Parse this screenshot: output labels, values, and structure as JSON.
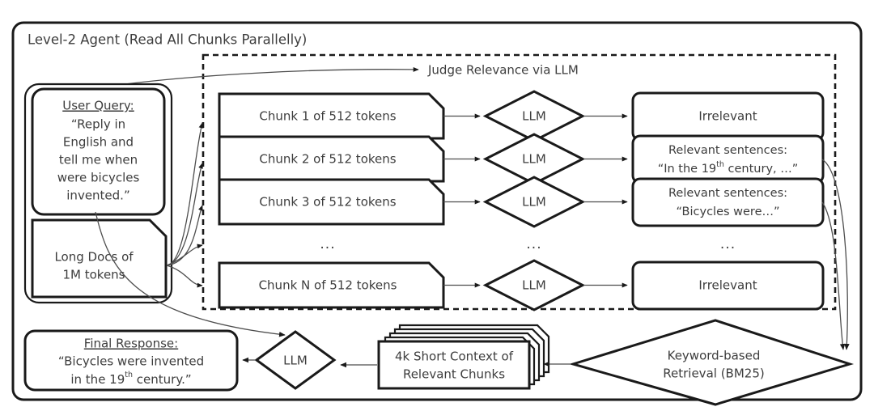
{
  "diagram": {
    "title": "Level-2 Agent (Read All Chunks Parallelly)",
    "section_label": "Judge Relevance via LLM",
    "colors": {
      "stroke": "#1a1a1a",
      "text": "#3d3d3d",
      "connector": "#4d4d4d",
      "background": "#ffffff"
    },
    "left_panel": {
      "user_query": {
        "heading": "User Query:",
        "lines": [
          "“Reply in",
          "English and",
          "tell me when",
          "were bicycles",
          "invented.”"
        ]
      },
      "long_docs": {
        "lines": [
          "Long Docs of",
          "1M tokens"
        ]
      }
    },
    "chunks": [
      {
        "label": "Chunk 1 of 512 tokens"
      },
      {
        "label": "Chunk 2 of 512 tokens"
      },
      {
        "label": "Chunk 3 of 512 tokens"
      },
      {
        "label": "..."
      },
      {
        "label": "Chunk N of 512 tokens"
      }
    ],
    "judges": [
      {
        "label": "LLM"
      },
      {
        "label": "LLM"
      },
      {
        "label": "LLM"
      },
      {
        "label": "..."
      },
      {
        "label": "LLM"
      }
    ],
    "results": [
      {
        "line1": "Irrelevant",
        "line2": ""
      },
      {
        "line1": "Relevant sentences:",
        "line2": "“In the 19",
        "sup": "th",
        "line2_tail": " century, …”"
      },
      {
        "line1": "Relevant sentences:",
        "line2": "“Bicycles were…”"
      },
      {
        "line1": "...",
        "line2": ""
      },
      {
        "line1": "Irrelevant",
        "line2": ""
      }
    ],
    "bottom": {
      "final_response": {
        "heading": "Final Response:",
        "line1": "“Bicycles were invented",
        "line2_head": "in the 19",
        "line2_sup": "th",
        "line2_tail": " century.”"
      },
      "final_llm": {
        "label": "LLM"
      },
      "short_context": {
        "line1": "4k Short Context of",
        "line2": "Relevant Chunks"
      },
      "retrieval": {
        "line1": "Keyword-based",
        "line2": "Retrieval (BM25)"
      }
    }
  }
}
